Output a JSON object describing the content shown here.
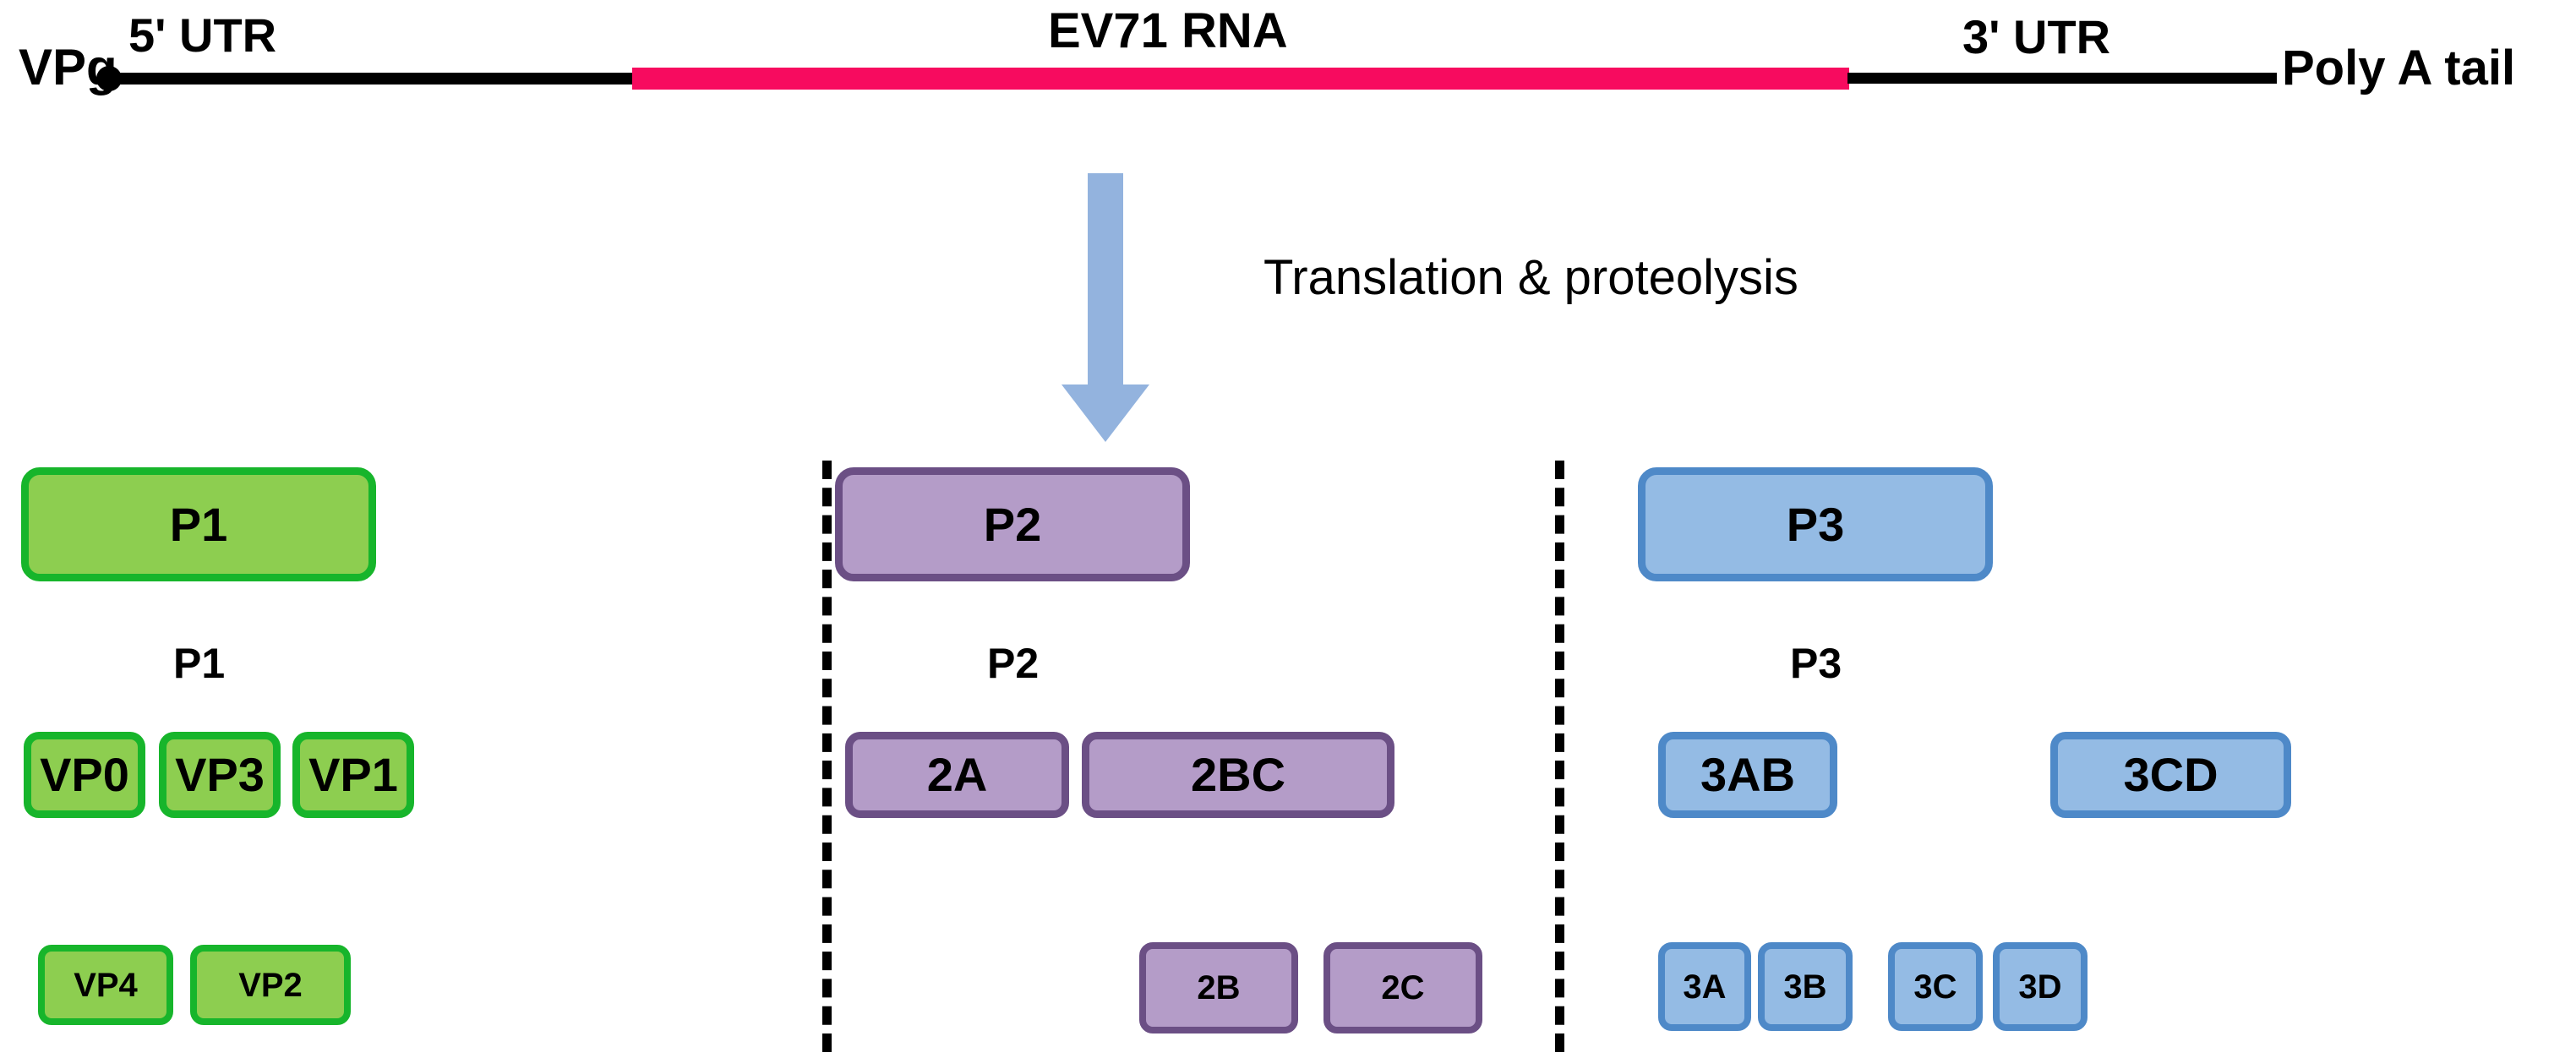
{
  "genome": {
    "vpg_label": "VPg",
    "utr5_label": "5' UTR",
    "rna_label": "EV71 RNA",
    "utr3_label": "3' UTR",
    "polya_label": "Poly A tail"
  },
  "process": {
    "arrow_label": "Translation & proteolysis"
  },
  "precursors": [
    {
      "label": "P1",
      "color_class": "green"
    },
    {
      "label": "P2",
      "color_class": "purple"
    },
    {
      "label": "P3",
      "color_class": "blue"
    }
  ],
  "group_labels": {
    "p1": "P1",
    "p2": "P2",
    "p3": "P3"
  },
  "intermediates": {
    "p1": [
      "VP0",
      "VP3",
      "VP1"
    ],
    "p2": [
      "2A",
      "2BC"
    ],
    "p3": [
      "3AB",
      "3CD"
    ]
  },
  "products": {
    "p1": [
      "VP4",
      "VP2"
    ],
    "p2": [
      "2B",
      "2C"
    ],
    "p3": [
      "3A",
      "3B",
      "3C",
      "3D"
    ]
  },
  "colors": {
    "rna_orf": "#F70B5F",
    "arrow": "#93B3DE",
    "p1_fill": "#8DCE50",
    "p1_border": "#17B52B",
    "p2_fill": "#B49CC8",
    "p2_border": "#6B4F85",
    "p3_fill": "#94BBE4",
    "p3_border": "#4E89C8"
  }
}
